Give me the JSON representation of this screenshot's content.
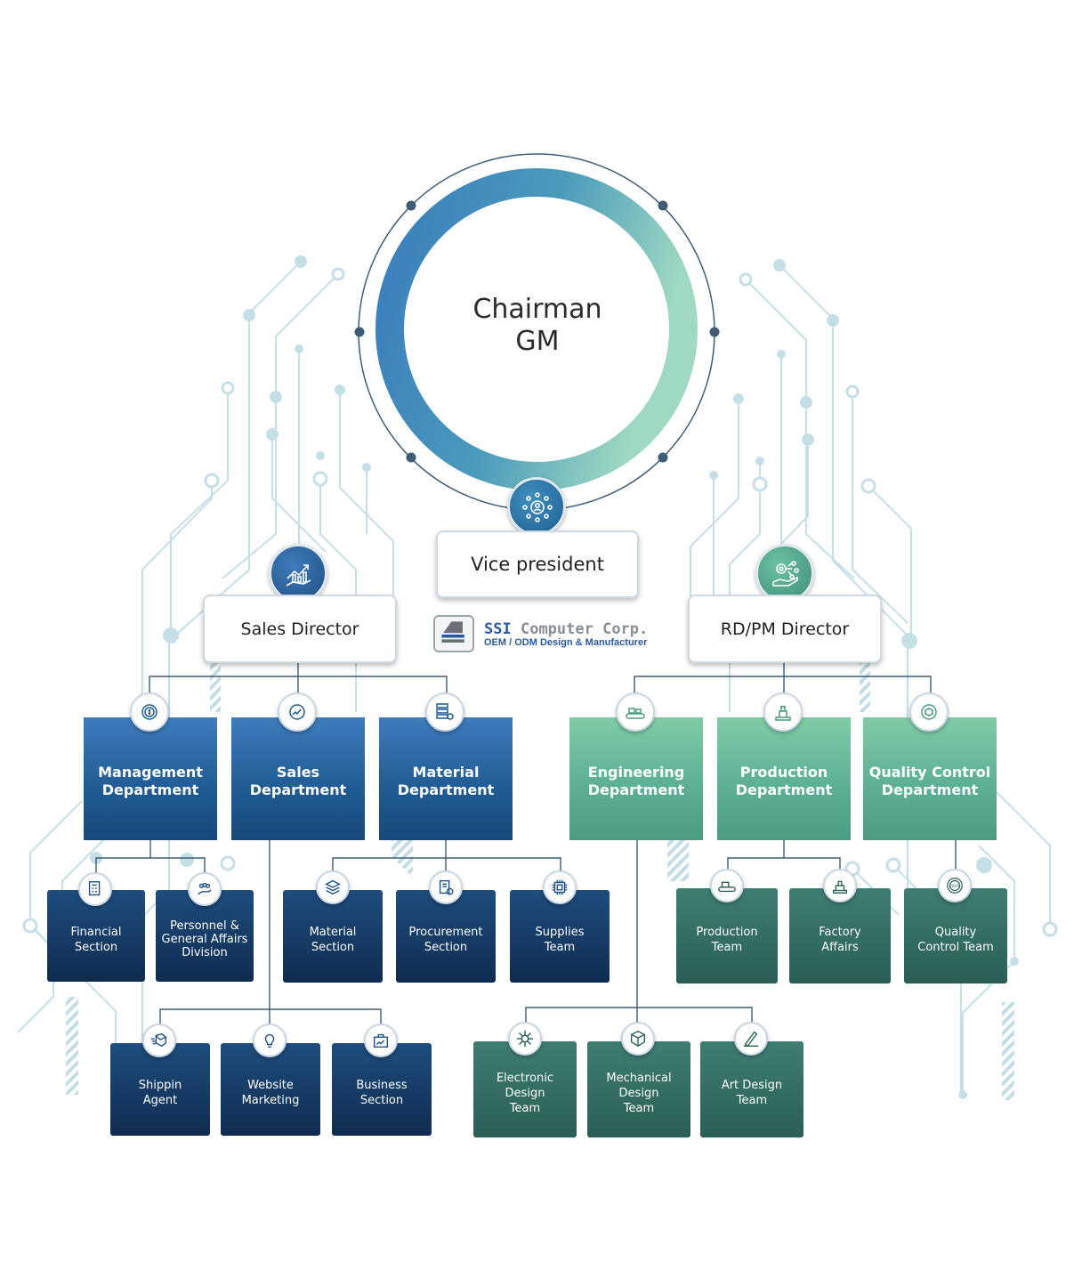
{
  "chairman": {
    "line1": "Chairman",
    "line2": "GM"
  },
  "vice_president": "Vice president",
  "sales_director": "Sales Director",
  "rdpm_director": "RD/PM Director",
  "logo": {
    "name_part1": "SSI",
    "name_part2": "Computer Corp.",
    "tagline": "OEM / ODM Design & Manufacturer"
  },
  "departments": {
    "management": [
      "Management",
      "Department"
    ],
    "sales": [
      "Sales",
      "Department"
    ],
    "material": [
      "Material",
      "Department"
    ],
    "engineering": [
      "Engineering",
      "Department"
    ],
    "production": [
      "Production",
      "Department"
    ],
    "quality": [
      "Quality Control",
      "Department"
    ]
  },
  "sections": {
    "financial": [
      "Financial",
      "Section"
    ],
    "personnel": [
      "Personnel &",
      "General Affairs",
      "Division"
    ],
    "material_section": [
      "Material",
      "Section"
    ],
    "procurement": [
      "Procurement",
      "Section"
    ],
    "supplies": [
      "Supplies",
      "Team"
    ],
    "shipping": [
      "Shippin",
      "Agent"
    ],
    "website": [
      "Website",
      "Marketing"
    ],
    "business": [
      "Business",
      "Section"
    ],
    "production_team": [
      "Production",
      "Team"
    ],
    "factory": [
      "Factory",
      "Affairs"
    ],
    "quality_team": [
      "Quality",
      "Control Team"
    ],
    "electronic": [
      "Electronic",
      "Design",
      "Team"
    ],
    "mechanical": [
      "Mechanical",
      "Design",
      "Team"
    ],
    "art": [
      "Art Design",
      "Team"
    ]
  },
  "colors": {
    "blue": "#1f5a93",
    "navy": "#0f2c50",
    "green": "#5aae93",
    "teal": "#2a5f55",
    "circuit": "#c5dfe6"
  },
  "icons": {
    "vp": "people-network-icon",
    "sales_director": "growth-chart-hand-icon",
    "rdpm_director": "gear-hand-icon",
    "management": "money-gear-icon",
    "sales": "chart-gear-icon",
    "material": "server-gear-icon",
    "engineering": "conveyor-icon",
    "production": "robot-arm-icon",
    "quality": "box-gear-icon"
  }
}
